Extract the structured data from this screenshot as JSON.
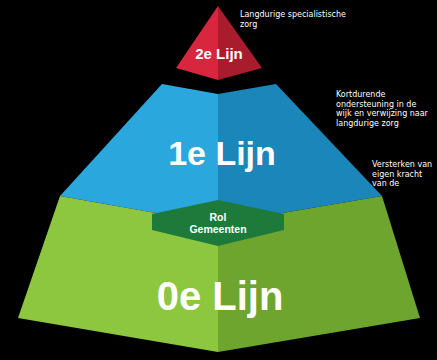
{
  "diagram": {
    "nodes": [
      {
        "text": [
          "2e Lijn"
        ]
      },
      {
        "text": [
          "1e Lijn"
        ]
      },
      {
        "text": [
          "0e Lijn"
        ]
      },
      {
        "text": [
          "Rol Gemeenten"
        ],
        "in": 2
      }
    ],
    "labels": [
      "Langdurige specialistische zorg",
      "Kortdurende ondersteuning in de wijk en verwijzing naar langdurige zorg",
      "Versterken van eigen kracht van de"
    ]
  }
}
